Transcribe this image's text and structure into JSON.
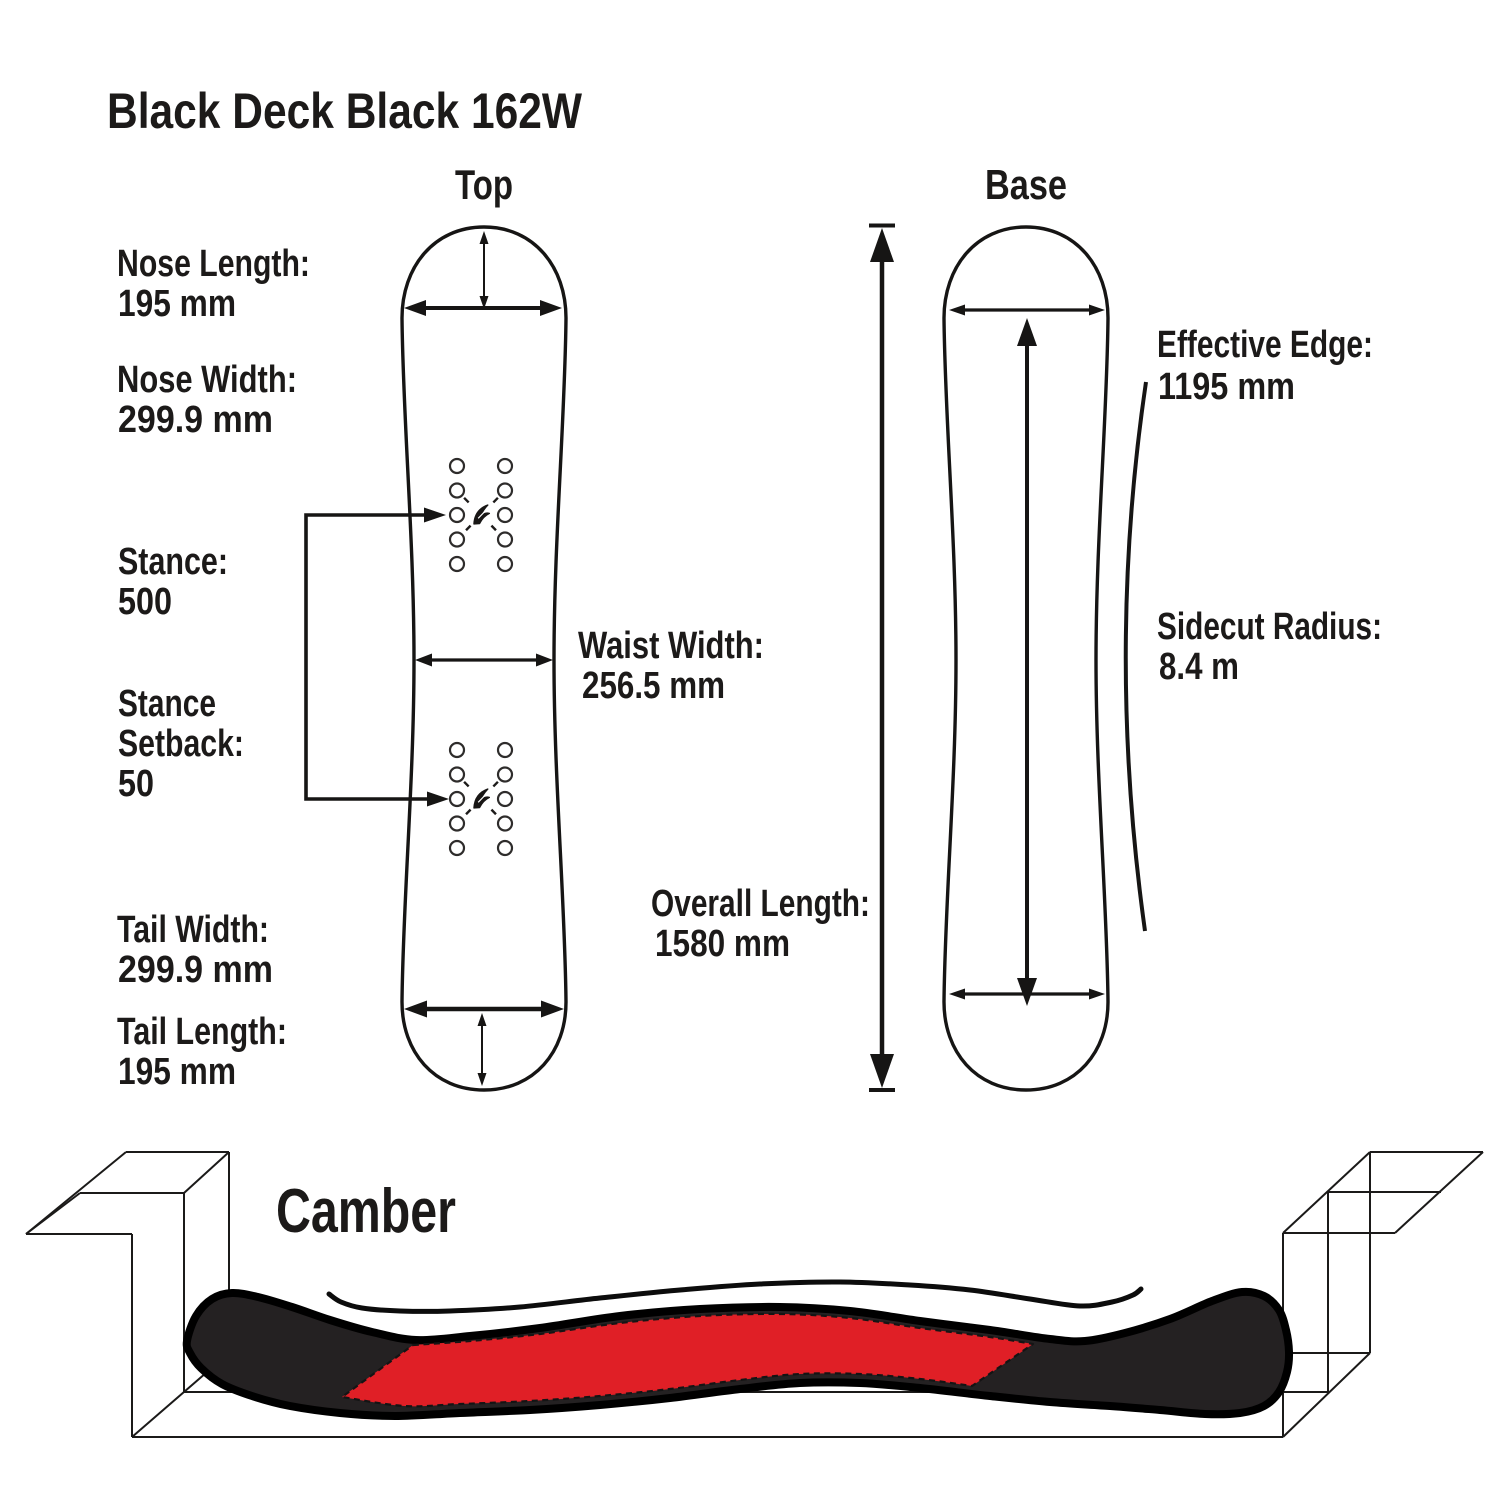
{
  "title": "Black Deck Black 162W",
  "views": {
    "top_label": "Top",
    "base_label": "Base"
  },
  "specs": {
    "nose_length": {
      "label": "Nose Length:",
      "value": "195 mm"
    },
    "nose_width": {
      "label": "Nose Width:",
      "value": "299.9 mm"
    },
    "stance": {
      "label": "Stance:",
      "value": "500"
    },
    "stance_setback": {
      "label_line1": "Stance",
      "label_line2": "Setback:",
      "value": "50"
    },
    "tail_width": {
      "label": "Tail Width:",
      "value": "299.9 mm"
    },
    "tail_length": {
      "label": "Tail Length:",
      "value": "195 mm"
    },
    "waist_width": {
      "label": "Waist Width:",
      "value": "256.5 mm"
    },
    "overall_length": {
      "label": "Overall Length:",
      "value": "1580 mm"
    },
    "effective_edge": {
      "label": "Effective Edge:",
      "value": "1195 mm"
    },
    "sidecut_radius": {
      "label": "Sidecut Radius:",
      "value": "8.4 m"
    }
  },
  "camber": {
    "label": "Camber"
  },
  "colors": {
    "accent_red": "#e01f26",
    "line": "#161514",
    "text": "#1c1a19",
    "background": "#ffffff"
  }
}
